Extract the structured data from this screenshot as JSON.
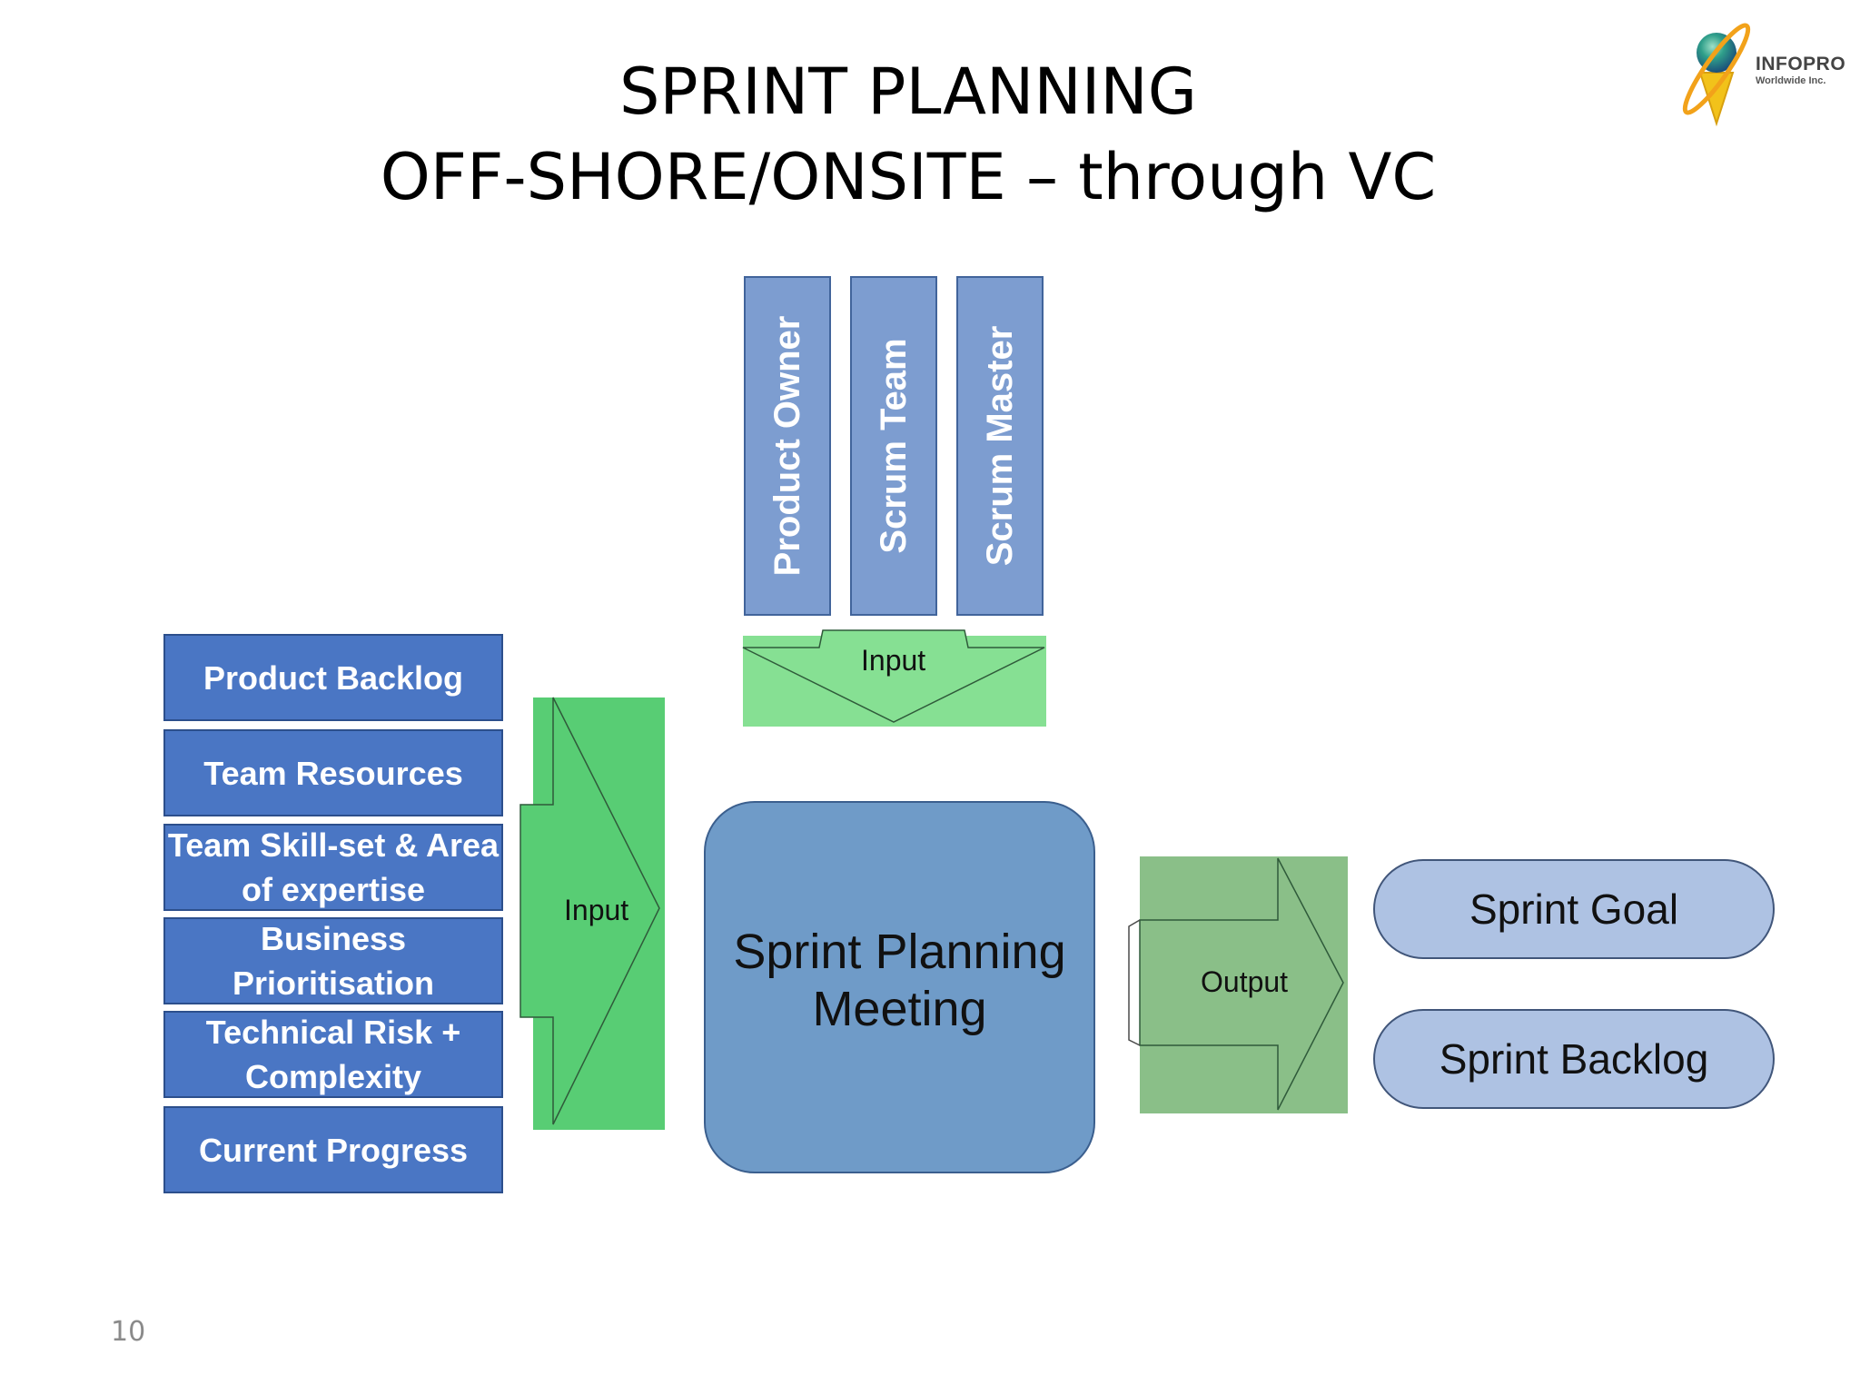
{
  "slide": {
    "title_line1": "SPRINT PLANNING",
    "title_line2": "OFF-SHORE/ONSITE – through VC",
    "page_number": "10"
  },
  "logo": {
    "name": "INFOPRO",
    "subtitle": "Worldwide Inc.",
    "icon": "globe-swoosh-icon"
  },
  "participants": [
    "Product Owner",
    "Scrum Team",
    "Scrum Master"
  ],
  "inputs": [
    "Product Backlog",
    "Team Resources",
    "Team Skill-set & Area of expertise",
    "Business Prioritisation",
    "Technical Risk + Complexity",
    "Current Progress"
  ],
  "arrows": {
    "top_input": "Input",
    "left_input": "Input",
    "output": "Output"
  },
  "meeting": {
    "label": "Sprint Planning Meeting"
  },
  "outputs": [
    "Sprint Goal",
    "Sprint Backlog"
  ],
  "colors": {
    "participant_fill": "#7d9dd0",
    "input_box_fill": "#4a76c4",
    "top_arrow_fill": "#86e093",
    "left_arrow_fill": "#58cd74",
    "output_arrow_fill": "#8abf88",
    "meeting_fill": "#6f9bc8",
    "output_pill_fill": "#aec2e3"
  }
}
